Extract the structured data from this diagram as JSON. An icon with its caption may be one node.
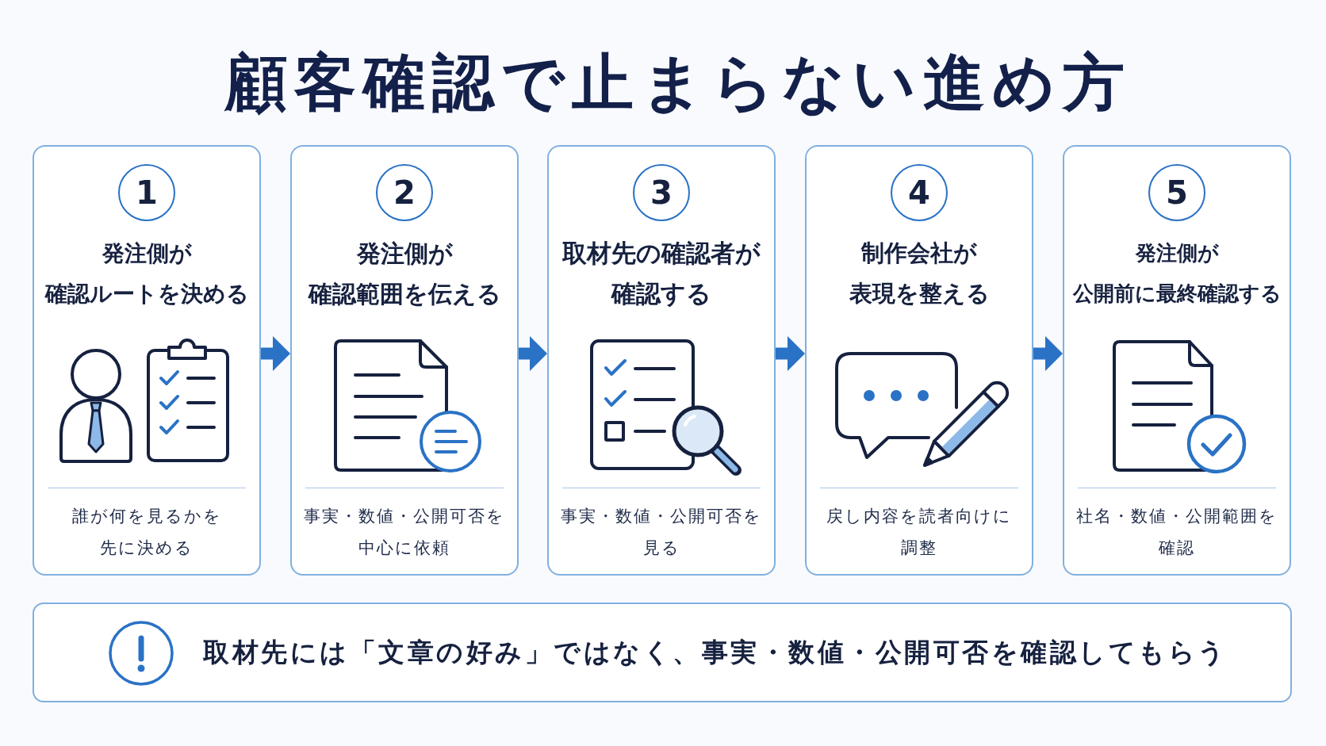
{
  "diagram": {
    "title": "顧客確認で止まらない進め方",
    "nodes": [
      {
        "text": [
          "発注側が確認ルートを決める",
          "誰が何を見るかを先に決める"
        ]
      },
      {
        "text": [
          "1"
        ],
        "in": 0
      },
      {
        "text": [
          "発注側が確認範囲を伝える",
          "事実・数値・公開可否を中心に依頼"
        ]
      },
      {
        "text": [
          "2"
        ],
        "in": 2
      },
      {
        "text": [
          "取材先の確認者が確認する",
          "事実・数値・公開可否を見る"
        ]
      },
      {
        "text": [
          "3"
        ],
        "in": 4
      },
      {
        "text": [
          "制作会社が表現を整える",
          "戻し内容を読者向けに調整"
        ]
      },
      {
        "text": [
          "4"
        ],
        "in": 6
      },
      {
        "text": [
          "発注側が公開前に最終確認する",
          "社名・数値・公開範囲を確認"
        ]
      },
      {
        "text": [
          "5"
        ],
        "in": 8
      },
      {
        "text": [
          "取材先には「文章の好み」ではなく、事実・数値・公開可否を確認してもらう"
        ]
      }
    ],
    "edges": [
      {
        "from": 0,
        "to": 2,
        "arrow": "to"
      },
      {
        "from": 2,
        "to": 4,
        "arrow": "to"
      },
      {
        "from": 4,
        "to": 6,
        "arrow": "to"
      },
      {
        "from": 6,
        "to": 8,
        "arrow": "to"
      }
    ]
  }
}
